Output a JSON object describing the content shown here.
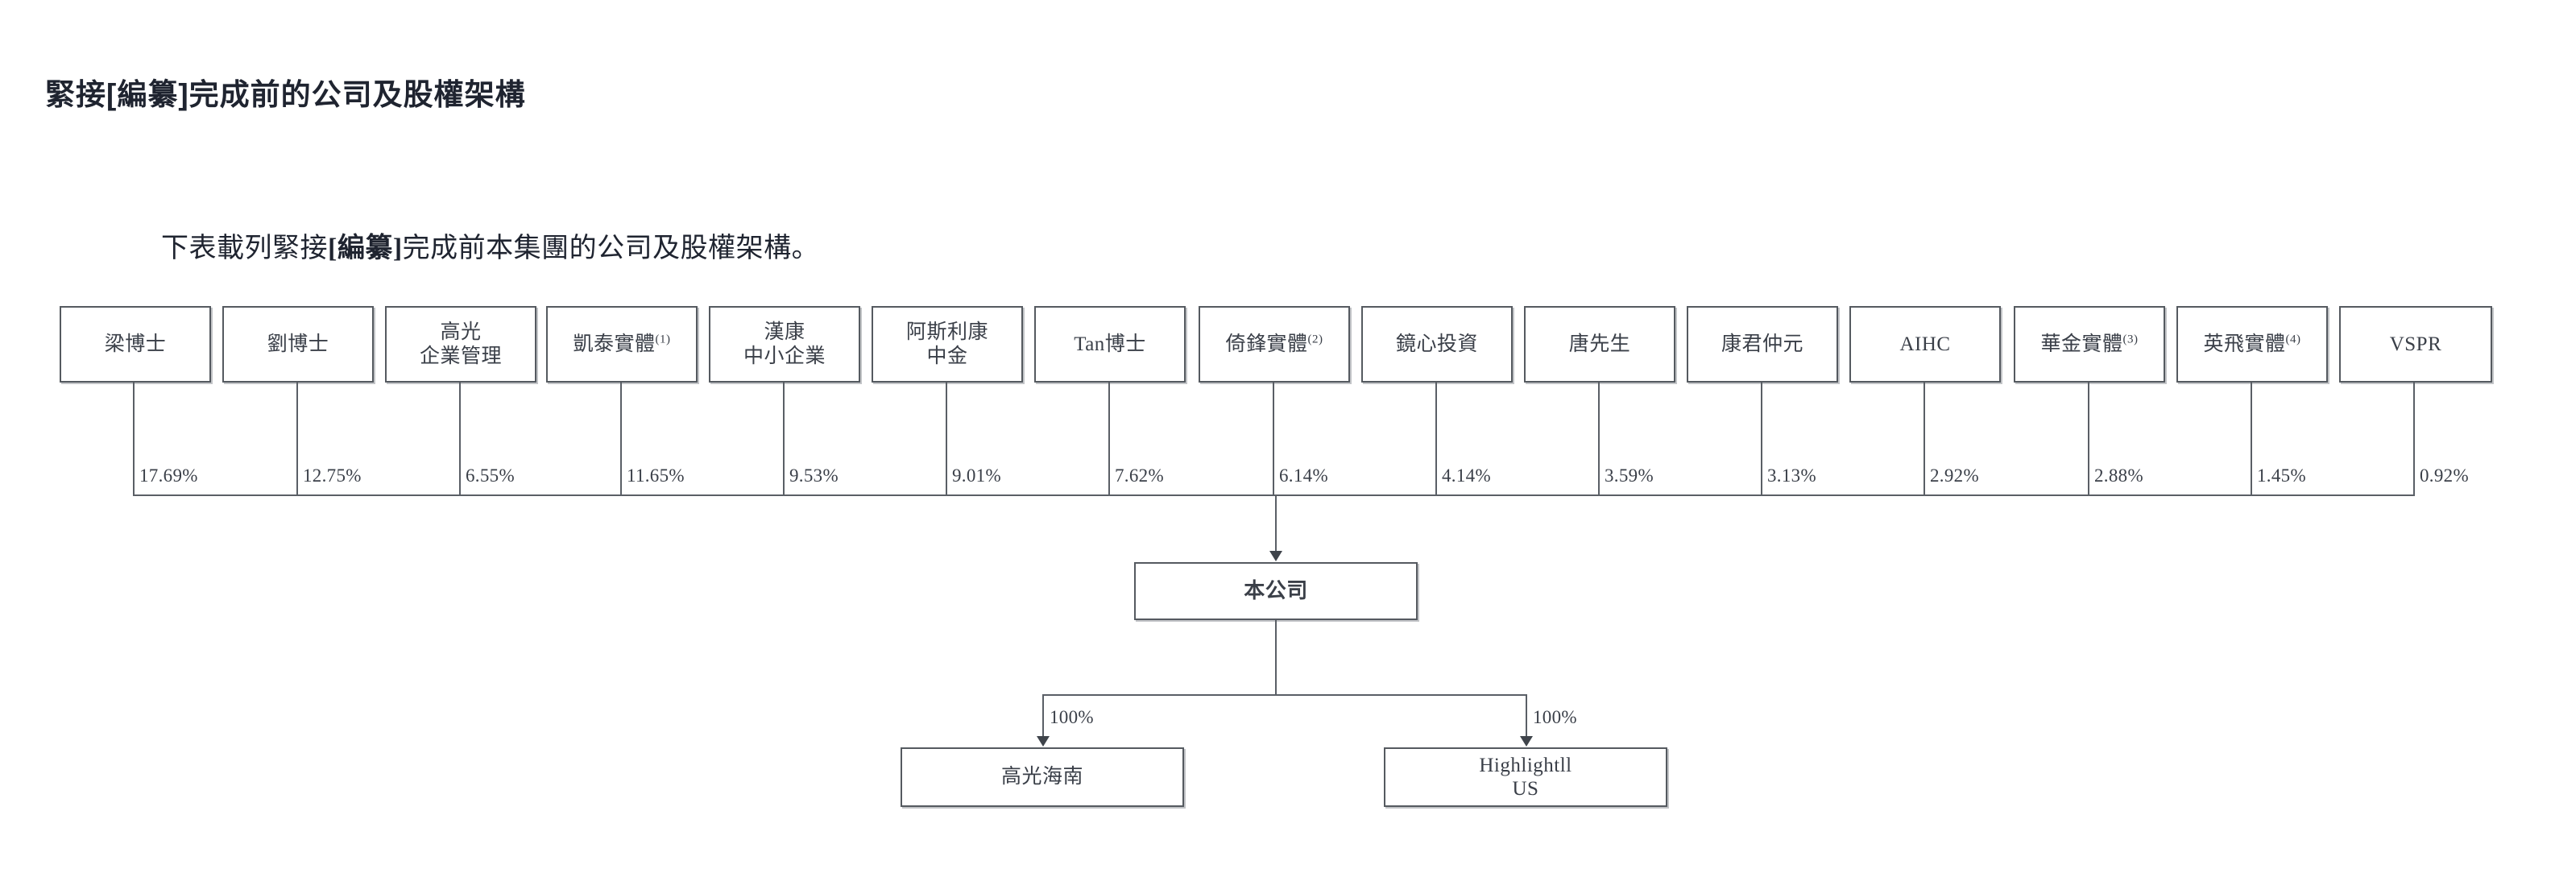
{
  "page": {
    "title": "緊接[編纂]完成前的公司及股權架構",
    "paragraph_prefix": "下表載列緊接",
    "paragraph_bold": "[編纂]",
    "paragraph_suffix": "完成前本集團的公司及股權架構。"
  },
  "chart_data": {
    "type": "diagram",
    "title": "緊接[編纂]完成前的公司及股權架構",
    "company": {
      "label": "本公司"
    },
    "shareholders": [
      {
        "label": "梁博士",
        "percent": "17.69%",
        "footnote": ""
      },
      {
        "label": "劉博士",
        "percent": "12.75%",
        "footnote": ""
      },
      {
        "label": "高光\n企業管理",
        "percent": "6.55%",
        "footnote": ""
      },
      {
        "label": "凱泰實體",
        "percent": "11.65%",
        "footnote": "(1)"
      },
      {
        "label": "漢康\n中小企業",
        "percent": "9.53%",
        "footnote": ""
      },
      {
        "label": "阿斯利康\n中金",
        "percent": "9.01%",
        "footnote": ""
      },
      {
        "label": "Tan博士",
        "percent": "7.62%",
        "footnote": ""
      },
      {
        "label": "倚鋒實體",
        "percent": "6.14%",
        "footnote": "(2)"
      },
      {
        "label": "鏡心投資",
        "percent": "4.14%",
        "footnote": ""
      },
      {
        "label": "唐先生",
        "percent": "3.59%",
        "footnote": ""
      },
      {
        "label": "康君仲元",
        "percent": "3.13%",
        "footnote": ""
      },
      {
        "label": "AIHC",
        "percent": "2.92%",
        "footnote": ""
      },
      {
        "label": "華金實體",
        "percent": "2.88%",
        "footnote": "(3)"
      },
      {
        "label": "英飛實體",
        "percent": "1.45%",
        "footnote": "(4)"
      },
      {
        "label": "VSPR",
        "percent": "0.92%",
        "footnote": ""
      }
    ],
    "subsidiaries": [
      {
        "label": "高光海南",
        "percent": "100%"
      },
      {
        "label": "Highlightll\nUS",
        "percent": "100%"
      }
    ]
  }
}
